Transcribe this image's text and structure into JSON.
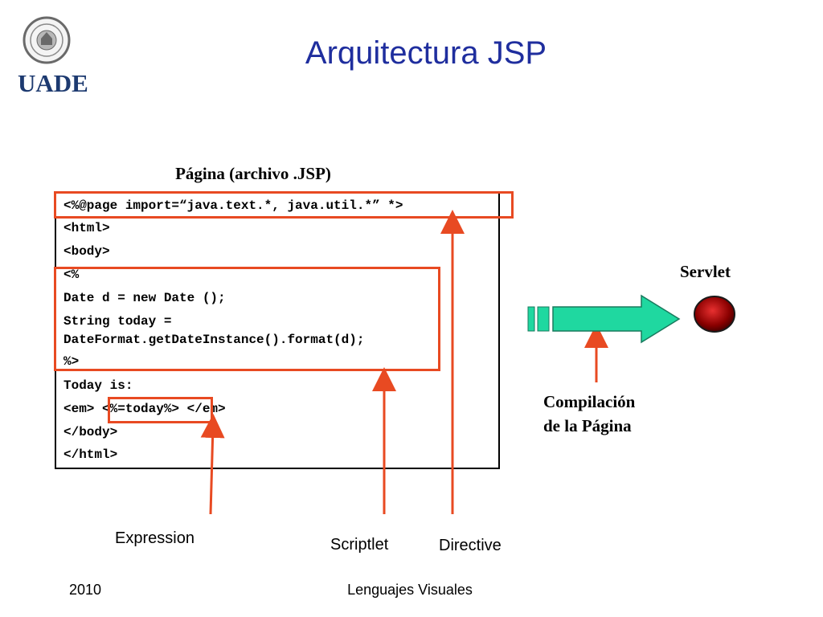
{
  "slide": {
    "title": "Arquitectura JSP",
    "logo_text": "UADE",
    "footer_year": "2010",
    "footer_center": "Lenguajes Visuales"
  },
  "code_block": {
    "title": "Página (archivo .JSP)",
    "lines": [
      "<%@page import=“java.text.*, java.util.*” *>",
      "<html>",
      "<body>",
      "<%",
      "Date d = new Date ();",
      "String today =",
      "DateFormat.getDateInstance().format(d);",
      "%>",
      "Today is:",
      "<em> <%=today%> </em>",
      "</body>",
      "</html>"
    ]
  },
  "labels": {
    "expression": "Expression",
    "scriptlet": "Scriptlet",
    "directive": "Directive",
    "servlet": "Servlet",
    "compilation_line1": "Compilación",
    "compilation_line2": "de la Página"
  },
  "colors": {
    "title": "#1f2e9e",
    "highlight": "#e84a22",
    "arrow_fill": "#1fd8a0",
    "servlet_ball": "#8a0000"
  }
}
